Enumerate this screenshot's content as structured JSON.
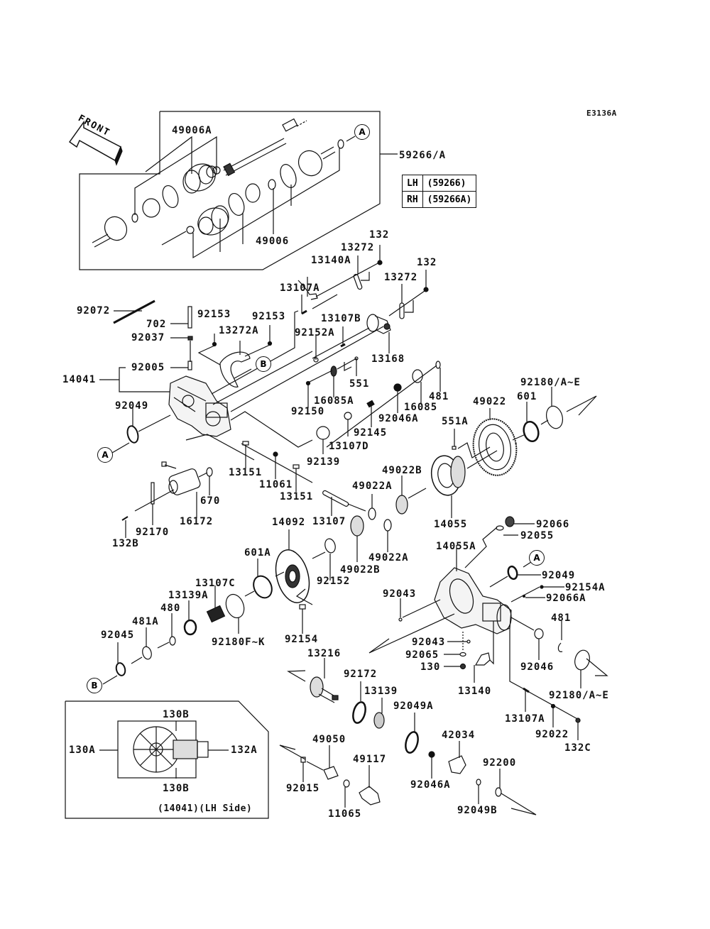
{
  "diagram": {
    "code": "E3136A",
    "front_label": "FRONT",
    "assembly_label": "59266/A",
    "variant_table": [
      {
        "side": "LH",
        "part": "(59266)"
      },
      {
        "side": "RH",
        "part": "(59266A)"
      }
    ],
    "inset_caption": "(14041)(LH Side)",
    "callouts": [
      "A",
      "B"
    ]
  },
  "parts": {
    "p49006A": "49006A",
    "p49006": "49006",
    "p132_1": "132",
    "p13272_1": "13272",
    "p13140A": "13140A",
    "p132_2": "132",
    "p13272_2": "13272",
    "p13107A": "13107A",
    "p92072": "92072",
    "p702": "702",
    "p92153_1": "92153",
    "p92153_2": "92153",
    "p13272A": "13272A",
    "p13107B": "13107B",
    "p92037": "92037",
    "p92152A": "92152A",
    "p13168": "13168",
    "p92005": "92005",
    "p14041": "14041",
    "p551": "551",
    "p16085A": "16085A",
    "p481": "481",
    "p92150": "92150",
    "p16085": "16085",
    "p92180AE_1": "92180/A~E",
    "p49022": "49022",
    "p601": "601",
    "p92046A_1": "92046A",
    "p92049_1": "92049",
    "p92145": "92145",
    "p551A": "551A",
    "p13107D": "13107D",
    "p13151_1": "13151",
    "p92139": "92139",
    "p11061": "11061",
    "p13151_2": "13151",
    "p49022B_1": "49022B",
    "p670": "670",
    "p49022A_1": "49022A",
    "p13107": "13107",
    "p16172": "16172",
    "p14055": "14055",
    "p92170": "92170",
    "p132B": "132B",
    "p92066": "92066",
    "p14092": "14092",
    "p92055": "92055",
    "p601A": "601A",
    "p14055A": "14055A",
    "p49022A_2": "49022A",
    "p49022B_2": "49022B",
    "p92152": "92152",
    "p13107C": "13107C",
    "p92049_2": "92049",
    "p92154A": "92154A",
    "p92043_1": "92043",
    "p92066A": "92066A",
    "p13139A": "13139A",
    "p480": "480",
    "p92180FK": "92180F~K",
    "p92154": "92154",
    "p481A": "481A",
    "p481_2": "481",
    "p92045": "92045",
    "p92043_2": "92043",
    "p92046_1": "92046",
    "p92065": "92065",
    "p130": "130",
    "p13216": "13216",
    "p92172": "92172",
    "p13140": "13140",
    "p92180AE_2": "92180/A~E",
    "p13139": "13139",
    "p92049A": "92049A",
    "p13107A_2": "13107A",
    "p92022": "92022",
    "p132C": "132C",
    "p42034": "42034",
    "p49050": "49050",
    "p92200": "92200",
    "p49117": "49117",
    "p92015": "92015",
    "p92046A_2": "92046A",
    "p11065": "11065",
    "p92049B": "92049B",
    "p130B_1": "130B",
    "p130A": "130A",
    "p132A": "132A",
    "p130B_2": "130B"
  }
}
